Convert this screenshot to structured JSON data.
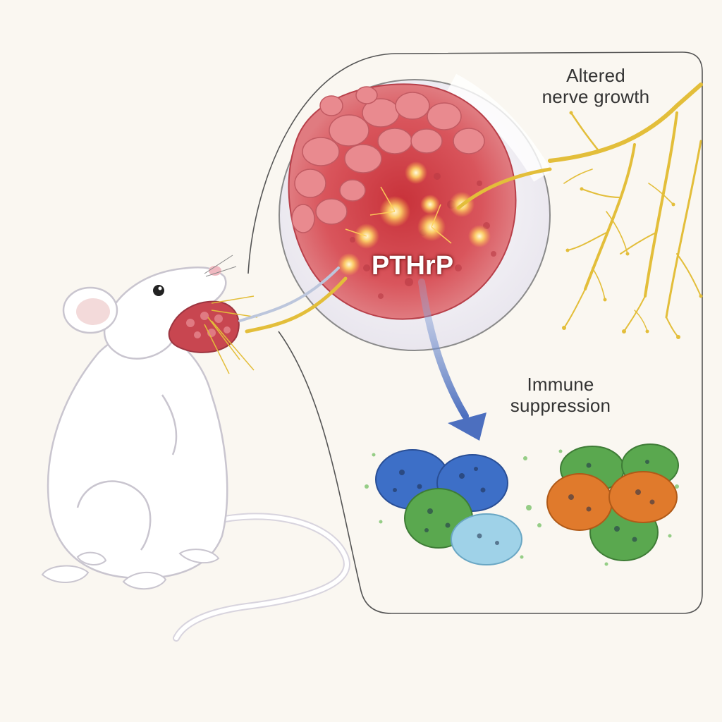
{
  "labels": {
    "nerve_line1": "Altered",
    "nerve_line2": "nerve growth",
    "immune_line1": "Immune",
    "immune_line2": "suppression",
    "signal": "PTHrP"
  },
  "colors": {
    "background": "#faf7f1",
    "tumor": "#d9555c",
    "nerve": "#e3be3a",
    "arrow": "#5b7fc4",
    "cell_blue": "#3d6fc7",
    "cell_green": "#5aa84f",
    "cell_orange": "#e07a2c",
    "cell_light_blue": "#9fd2e8"
  },
  "icons": [
    "mouse-illustration",
    "tumor-closeup",
    "nerve-branches",
    "immune-cells",
    "downward-arrow"
  ]
}
